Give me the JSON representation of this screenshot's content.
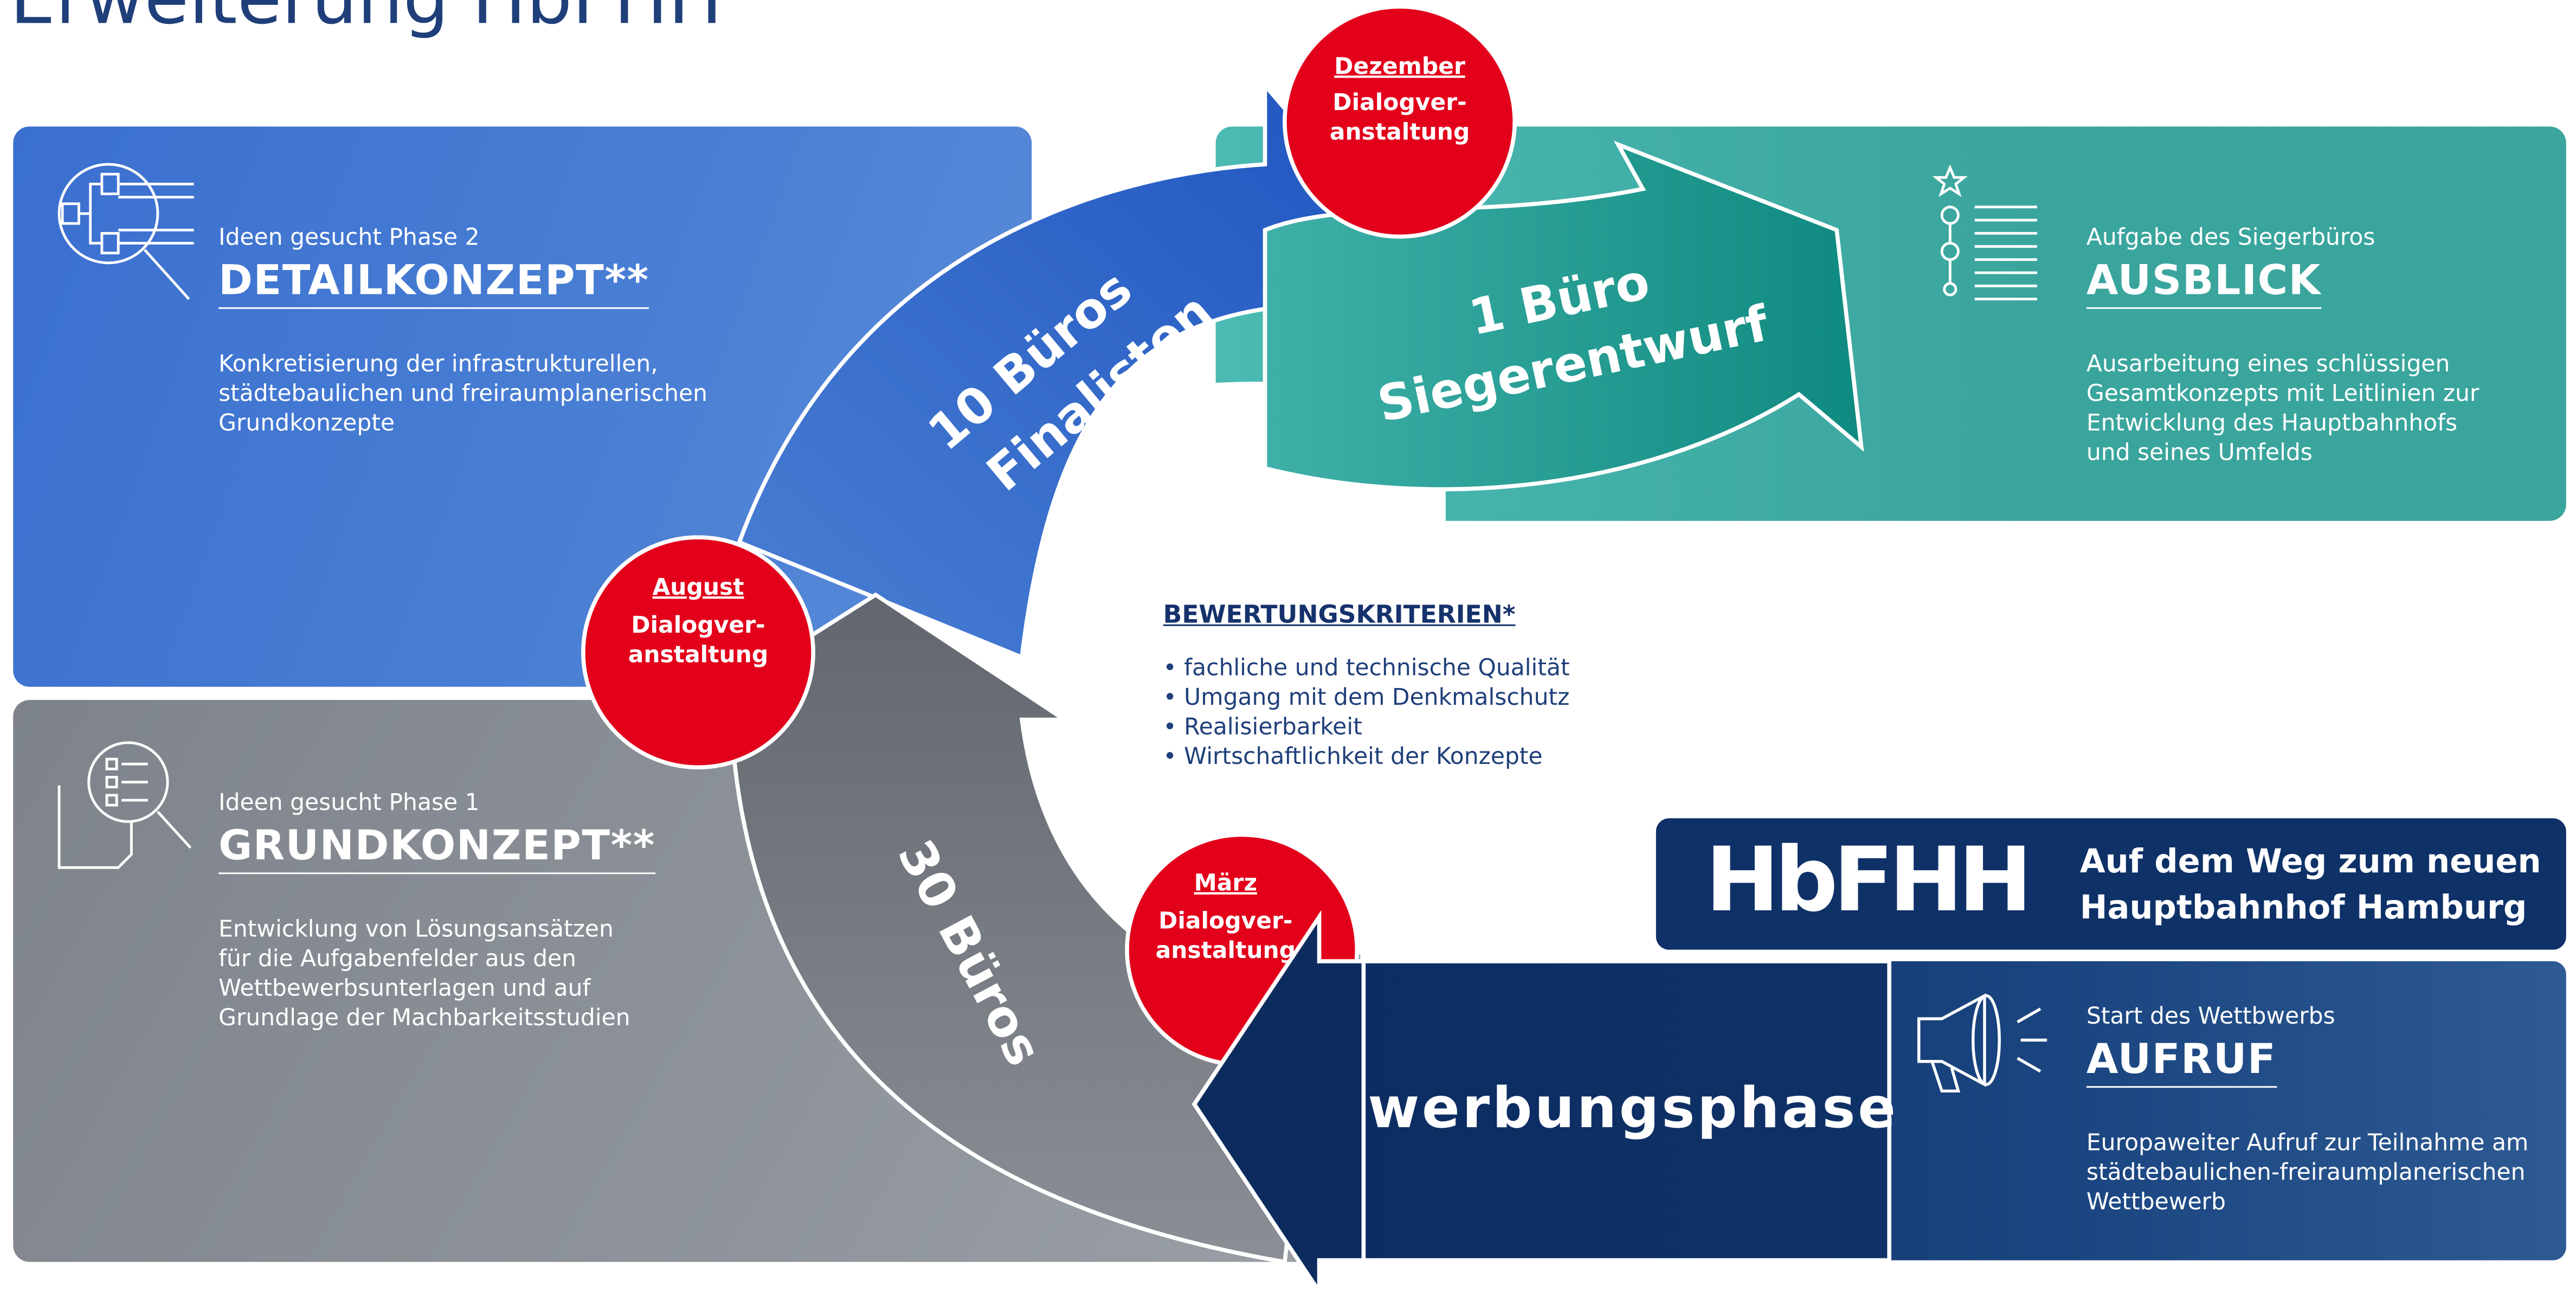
{
  "title": "Erweiterung HbFHH",
  "phase2": {
    "kicker": "Ideen gesucht Phase 2",
    "heading": "DETAILKONZEPT**",
    "body": "Konkretisierung der infrastrukturellen,\nstädtebaulichen und freiraumplanerischen\nGrundkonzepte"
  },
  "phase1": {
    "kicker": "Ideen gesucht Phase 1",
    "heading": "GRUNDKONZEPT**",
    "body": "Entwicklung von Lösungsansätzen\nfür die Aufgabenfelder aus den\nWettbewerbsunterlagen und auf\nGrundlage der Machbarkeitsstudien"
  },
  "ausblick": {
    "kicker": "Aufgabe des Siegerbüros",
    "heading": "AUSBLICK",
    "body": "Ausarbeitung eines schlüssigen\nGesamtkonzepts mit Leitlinien zur\nEntwicklung des Hauptbahnhofs\nund seines Umfelds"
  },
  "aufruf": {
    "kicker": "Start des Wettbwerbs",
    "heading": "AUFRUF",
    "body": "Europaweiter Aufruf zur Teilnahme am\nstädtebaulichen-freiraumplanerischen\nWettbewerb"
  },
  "criteria": {
    "title": "BEWERTUNGSKRITERIEN*",
    "items": [
      "• fachliche und technische Qualität",
      "• Umgang mit dem Denkmalschutz",
      "• Realisierbarkeit",
      "• Wirtschaftlichkeit der Konzepte"
    ]
  },
  "arrows": {
    "finalisten_line1": "10 Büros",
    "finalisten_line2": "Finalisten",
    "sieger_line1": "1 Büro",
    "sieger_line2": "Siegerentwurf",
    "buros30": "30 Büros",
    "bewerbung": "Bewerbungsphase"
  },
  "dialogs": {
    "dezember": {
      "month": "Dezember",
      "line1": "Dialogver-",
      "line2": "anstaltung"
    },
    "august": {
      "month": "August",
      "line1": "Dialogver-",
      "line2": "anstaltung"
    },
    "maerz": {
      "month": "März",
      "line1": "Dialogver-",
      "line2": "anstaltung"
    }
  },
  "brand": {
    "logo": "HbFHH",
    "slogan": "Auf dem Weg zum neuen\nHauptbahnhof  Hamburg"
  },
  "colors": {
    "blue": "#3a6fcf",
    "teal": "#3aa59d",
    "grey": "#8a8f97",
    "navy": "#0e3167",
    "red": "#e2001a"
  },
  "icons": [
    "flowchart-search-icon",
    "checklist-search-icon",
    "timeline-list-icon",
    "megaphone-icon"
  ]
}
